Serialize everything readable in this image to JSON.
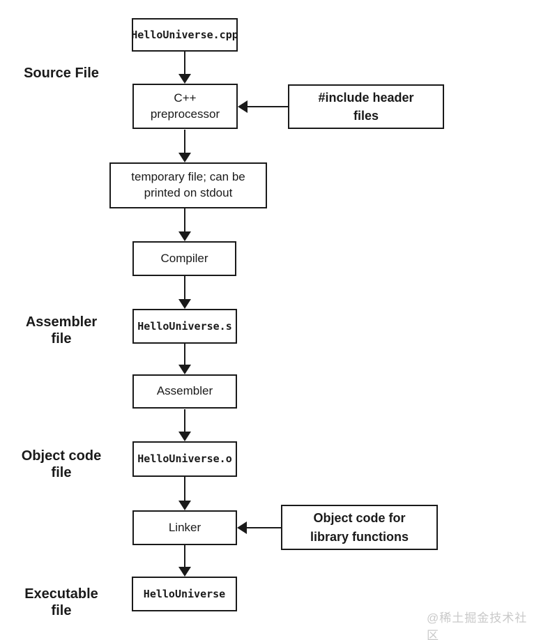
{
  "colors": {
    "line": "#1a1a1a",
    "background": "#ffffff",
    "watermark_text": "#c9c9c9"
  },
  "side_labels": {
    "source": "Source File",
    "assembler": "Assembler\nfile",
    "object_code": "Object code\nfile",
    "executable": "Executable\nfile"
  },
  "nodes": {
    "source_file": "HelloUniverse.cpp",
    "preprocessor": "C++\npreprocessor",
    "include_headers": "#include header\nfiles",
    "temp_file": "temporary file; can be\nprinted on stdout",
    "compiler": "Compiler",
    "assembler_file": "HelloUniverse.s",
    "assembler": "Assembler",
    "object_file": "HelloUniverse.o",
    "linker": "Linker",
    "object_library": "Object code for\nlibrary functions",
    "executable": "HelloUniverse"
  },
  "watermark": "@稀土掘金技术社区"
}
